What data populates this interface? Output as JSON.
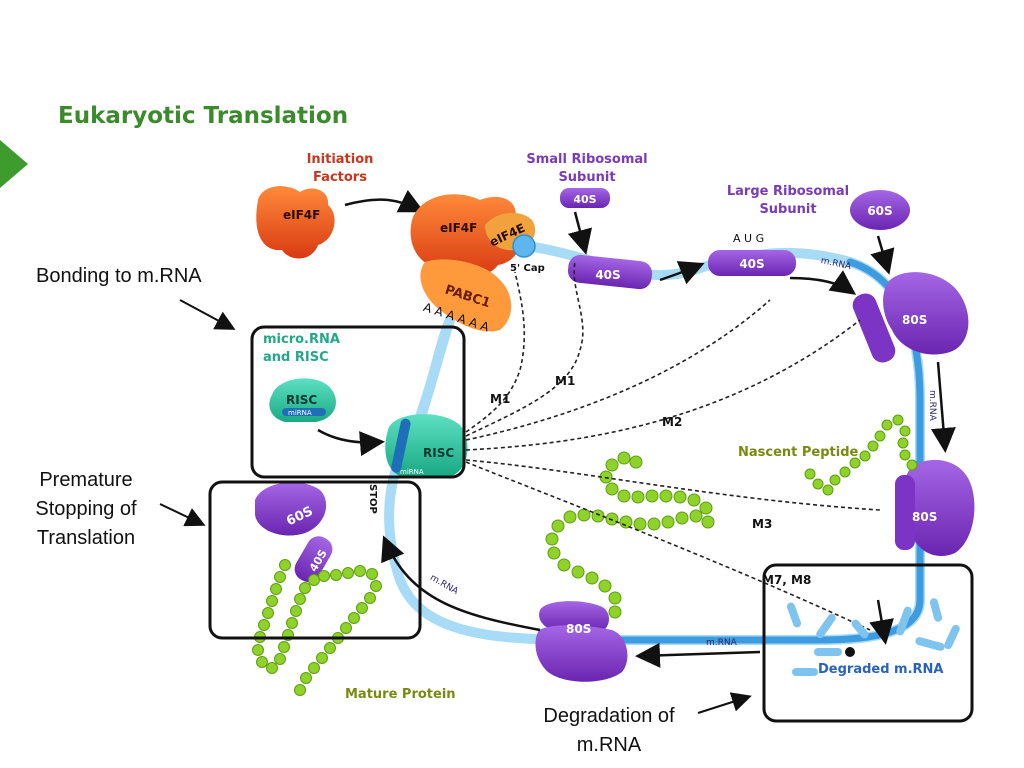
{
  "slide": {
    "title": "Eukaryotic Translation"
  },
  "callouts": {
    "bonding": "Bonding to m.RNA",
    "premature": [
      "Premature",
      "Stopping of",
      "Translation"
    ],
    "degradation": [
      "Degradation of",
      "m.RNA"
    ]
  },
  "diagram": {
    "initiation_factors": [
      "Initiation",
      "Factors"
    ],
    "small_ribosomal_subunit": [
      "Small Ribosomal",
      "Subunit"
    ],
    "large_ribosomal_subunit": [
      "Large Ribosomal",
      "Subunit"
    ],
    "eif4f": "eIF4F",
    "eif4e": "eIF4E",
    "five_prime_cap": "5' Cap",
    "pabc1": "PABC1",
    "polya": "A A A A A A",
    "subunit_40s": "40S",
    "subunit_60s": "60S",
    "ribosome_80s": "80S",
    "aug": "A U G",
    "mrna": "m.RNA",
    "mirna": "miRNA",
    "microrna_risc": [
      "micro.RNA",
      "and RISC"
    ],
    "risc": "RISC",
    "m1": "M1",
    "m2": "M2",
    "m3": "M3",
    "m7m8": "M7, M8",
    "stop": "STOP",
    "nascent_peptide": "Nascent Peptide",
    "mature_protein": "Mature Protein",
    "degraded_mrna": "Degraded m.RNA"
  },
  "colors": {
    "title_green": "#3b8a2c",
    "label_red": "#c8361f",
    "label_purple": "#7a3bb8",
    "ribosome_purple": "#8a3fd0",
    "mrna_blue": "#4aa8e6",
    "peptide_green": "#8ed22a",
    "risc_teal": "#2ec4a0"
  },
  "icons": {
    "slide_marker": "green-triangle-icon"
  }
}
